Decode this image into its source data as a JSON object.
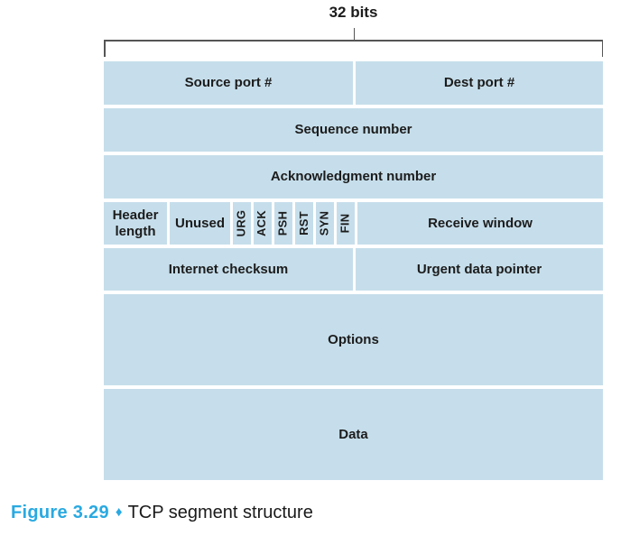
{
  "colors": {
    "cell_fill": "#c6deeb",
    "bracket_line": "#555555",
    "text": "#1c1c1c",
    "caption_accent": "#29a9e1"
  },
  "bracket": {
    "label": "32 bits"
  },
  "segment": {
    "row1": {
      "source_port": "Source port #",
      "dest_port": "Dest port #"
    },
    "row2": {
      "sequence": "Sequence number"
    },
    "row3": {
      "ack": "Acknowledgment number"
    },
    "row4": {
      "header_length": "Header length",
      "unused": "Unused",
      "flags": [
        "URG",
        "ACK",
        "PSH",
        "RST",
        "SYN",
        "FIN"
      ],
      "receive_window": "Receive window"
    },
    "row5": {
      "checksum": "Internet checksum",
      "urgent_pointer": "Urgent data pointer"
    },
    "row6": {
      "options": "Options"
    },
    "row7": {
      "data": "Data"
    }
  },
  "caption": {
    "figure_label": "Figure 3.29",
    "separator": "♦",
    "title": "TCP segment structure"
  }
}
